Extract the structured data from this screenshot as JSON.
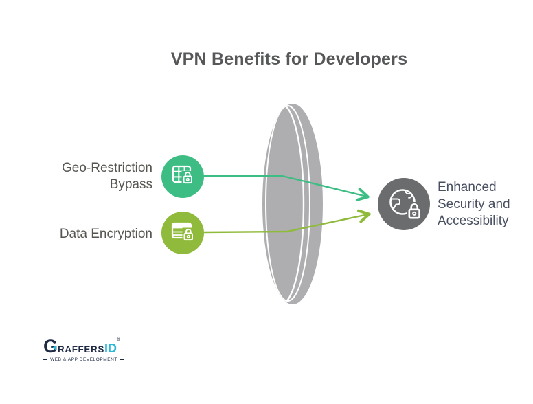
{
  "title": "VPN Benefits for Developers",
  "benefits": [
    {
      "label": "Geo-Restriction Bypass",
      "icon": "table-lock-icon",
      "color": "#3dbd84"
    },
    {
      "label": "Data Encryption",
      "icon": "rows-lock-icon",
      "color": "#8fba3b"
    }
  ],
  "outcome": {
    "label": "Enhanced Security and Accessibility",
    "icon": "globe-lock-icon",
    "color": "#6b6c6e"
  },
  "diagram": {
    "lens_color": "#aeaeb0",
    "arrow_colors": {
      "geo_restriction": "#3dbd84",
      "data_encryption": "#8fba3b"
    }
  },
  "logo": {
    "g": "G",
    "raffers": "RAFFERS",
    "id": "ID",
    "registered": "®",
    "tagline": "WEB & APP DEVELOPMENT"
  }
}
